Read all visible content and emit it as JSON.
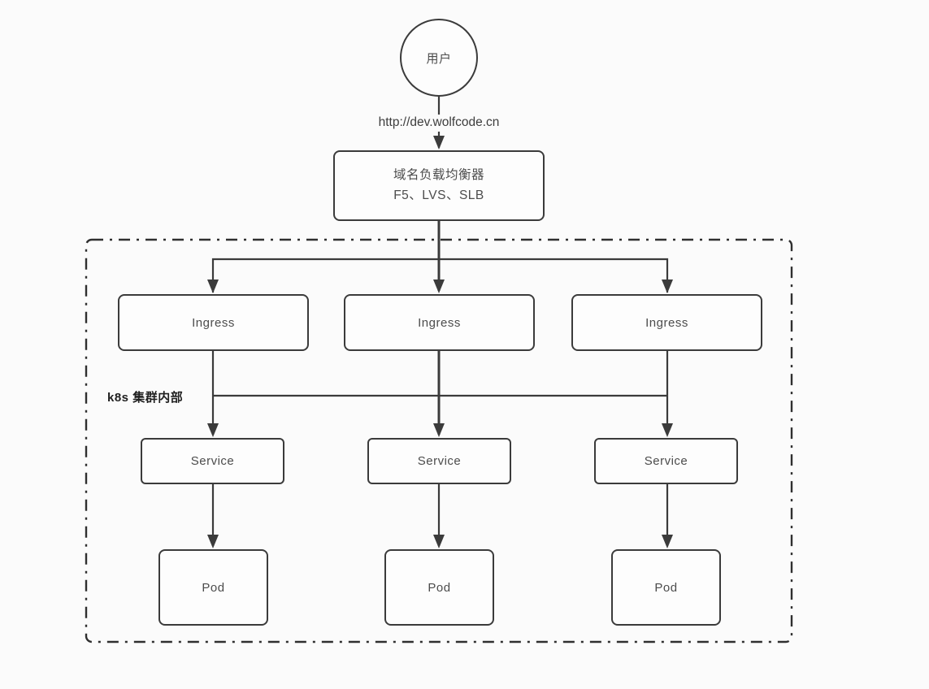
{
  "colors": {
    "bg": "#fbfbfb",
    "node-bg": "#fdfdfd",
    "stroke": "#3b3b3b",
    "text": "#4c4c4c",
    "label-text": "#3d3d3d"
  },
  "user_node": {
    "label": "用户"
  },
  "url_label": "http://dev.wolfcode.cn",
  "load_balancer": {
    "line1": "域名负载均衡器",
    "line2": "F5、LVS、SLB"
  },
  "cluster": {
    "label": "k8s 集群内部"
  },
  "columns": [
    {
      "ingress_label": "Ingress",
      "service_label": "Service",
      "pod_label": "Pod"
    },
    {
      "ingress_label": "Ingress",
      "service_label": "Service",
      "pod_label": "Pod"
    },
    {
      "ingress_label": "Ingress",
      "service_label": "Service",
      "pod_label": "Pod"
    }
  ]
}
